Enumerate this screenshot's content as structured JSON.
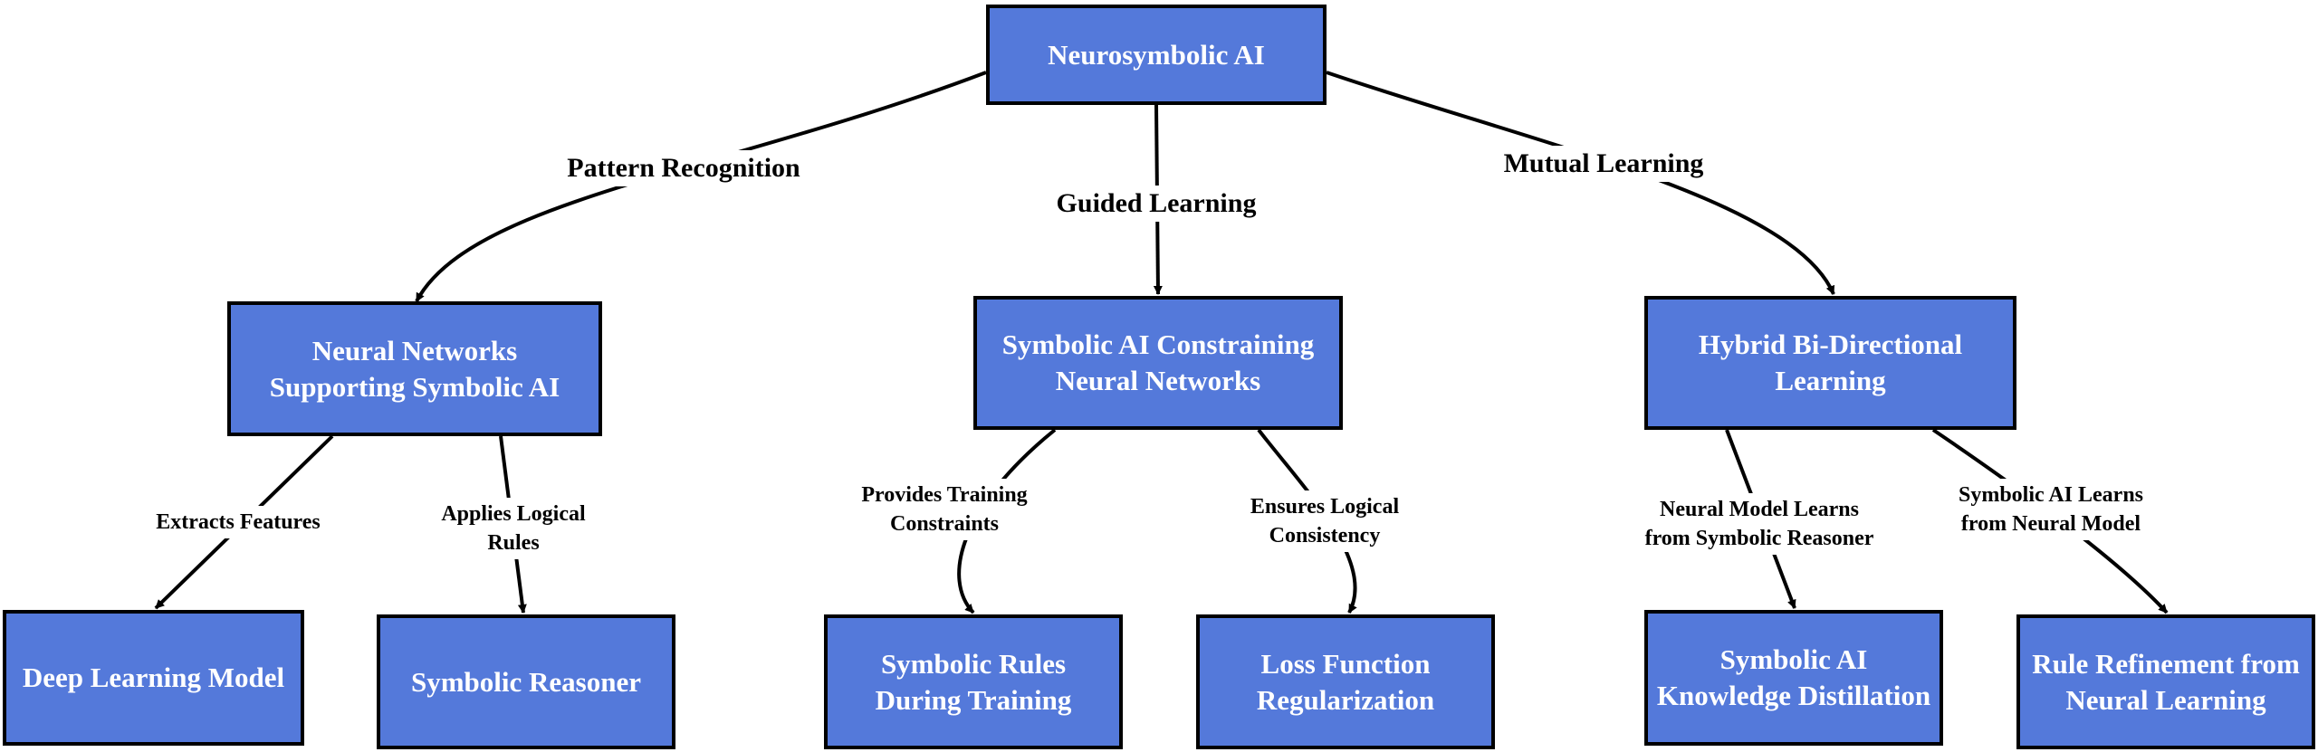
{
  "diagram": {
    "colors": {
      "node_fill": "#5479da",
      "node_border": "#000000",
      "node_text": "#ffffff",
      "edge": "#000000"
    },
    "nodes": {
      "root": "Neurosymbolic AI",
      "nn": "Neural Networks\nSupporting Symbolic AI",
      "sym": "Symbolic AI Constraining\nNeural Networks",
      "hybrid": "Hybrid Bi-Directional\nLearning",
      "dl": "Deep Learning Model",
      "sr": "Symbolic Reasoner",
      "srdt": "Symbolic Rules\nDuring Training",
      "lfr": "Loss Function\nRegularization",
      "sakd": "Symbolic AI\nKnowledge Distillation",
      "rrnl": "Rule Refinement from\nNeural Learning"
    },
    "edges": {
      "root_nn": "Pattern Recognition",
      "root_sym": "Guided Learning",
      "root_hybrid": "Mutual Learning",
      "nn_dl": "Extracts Features",
      "nn_sr": "Applies Logical\nRules",
      "sym_srdt": "Provides Training\nConstraints",
      "sym_lfr": "Ensures Logical\nConsistency",
      "hybrid_sakd": "Neural Model Learns\nfrom Symbolic Reasoner",
      "hybrid_rrnl": "Symbolic AI Learns\nfrom Neural Model"
    }
  }
}
